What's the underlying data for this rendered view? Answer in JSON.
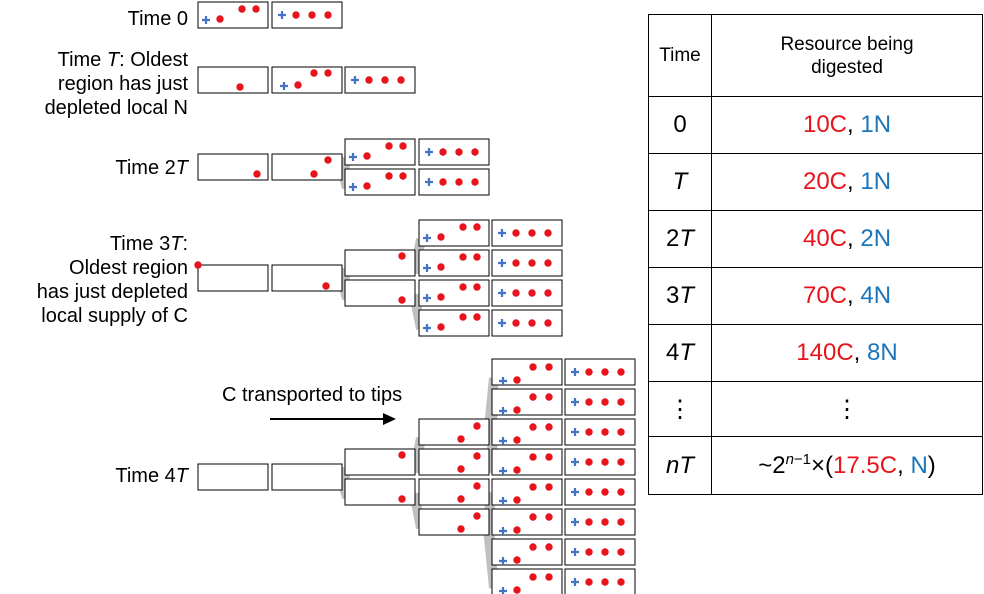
{
  "labels": {
    "time0": "Time 0",
    "timeT_a": "Time ",
    "timeT_var": "T",
    "timeT_b": ": Oldest",
    "timeT_line2": "region has just",
    "timeT_line3": "depleted local N",
    "time2T_a": "Time 2",
    "time2T_var": "T",
    "time3T_a": "Time 3",
    "time3T_var": "T",
    "time3T_b": ":",
    "time3T_line2": "Oldest region",
    "time3T_line3": "has just depleted",
    "time3T_line4": "local supply of C",
    "time4T_a": "Time 4",
    "time4T_var": "T",
    "transport": "C transported to tips"
  },
  "table": {
    "header_time": "Time",
    "header_resource": "Resource being digested",
    "rows": [
      {
        "time": "0",
        "time_var": "",
        "c": "10C",
        "sep": ", ",
        "n": "1N"
      },
      {
        "time": "",
        "time_var": "T",
        "c": "20C",
        "sep": ", ",
        "n": "1N"
      },
      {
        "time": "2",
        "time_var": "T",
        "c": "40C",
        "sep": ", ",
        "n": "2N"
      },
      {
        "time": "3",
        "time_var": "T",
        "c": "70C",
        "sep": ", ",
        "n": "4N"
      },
      {
        "time": "4",
        "time_var": "T",
        "c": "140C",
        "sep": ", ",
        "n": "8N"
      }
    ],
    "ellipsis": "⋮",
    "last": {
      "time_var": "n",
      "time_var2": "T",
      "prefix": "~2",
      "exp_var": "n",
      "exp_rest": "−1",
      "mult": "×(",
      "c": "17.5C",
      "sep": ", ",
      "n": "N",
      "close": ")"
    }
  },
  "colors": {
    "carbon": "#e8141b",
    "nitrogen": "#4472c4",
    "channel": "#c0c0c0",
    "text_n": "#1b75bb"
  },
  "icons": [
    "arrow-right-icon",
    "carbon-dot-icon",
    "nitrogen-plus-icon"
  ]
}
